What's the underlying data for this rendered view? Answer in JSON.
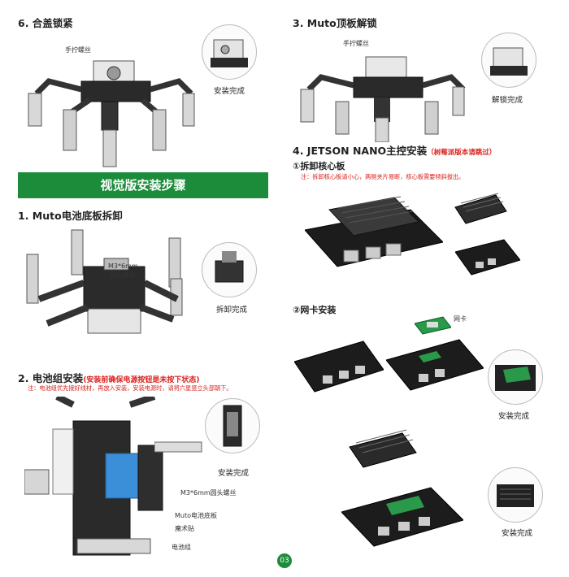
{
  "step6": {
    "title": "6. 合盖锁紧",
    "screw_label": "手拧螺丝",
    "done_label": "安装完成"
  },
  "banner": {
    "title": "视觉版安装步骤"
  },
  "step1": {
    "title": "1. Muto电池底板拆卸",
    "screw_label_line1": "M3*6mm",
    "screw_label_line2": "圆头螺丝",
    "done_label": "拆卸完成"
  },
  "step2": {
    "title_main": "2. 电池组安装",
    "title_note": "(安装前确保电源按钮是未按下状态)",
    "note": "注：电池组优先接好线材，再放入安装，安装电源时，请将六星竖立头部朝下。",
    "done_label": "安装完成",
    "label_screw": "M3*6mm圆头螺丝",
    "label_plate": "Muto电池底板",
    "label_velcro": "魔术贴",
    "label_battery": "电池组"
  },
  "step3": {
    "title": "3. Muto顶板解锁",
    "screw_label": "手拧螺丝",
    "done_label": "解锁完成"
  },
  "step4": {
    "title_main": "4. JETSON NANO主控安装",
    "title_note": "（树莓派版本请跳过）",
    "sub1_title": "①拆卸核心板",
    "sub1_note": "注：拆卸核心板请小心，两侧夹片易断，核心板需要倾斜拔出。",
    "sub2_title": "②网卡安装",
    "wifi_label": "网卡",
    "done_label_1": "安装完成",
    "done_label_2": "安装完成"
  },
  "page": {
    "number": "03"
  },
  "colors": {
    "banner": "#1c8c3b",
    "note": "#d9211c",
    "text": "#222222"
  }
}
